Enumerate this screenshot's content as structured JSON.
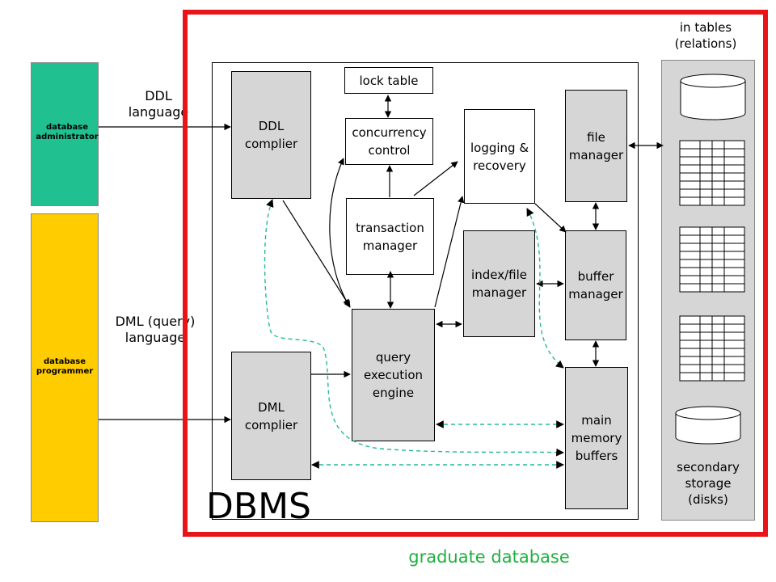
{
  "colors": {
    "frame": "#e8141a",
    "green": "#20c090",
    "yellow": "#ffcc00",
    "box": "#d6d6d6",
    "dash": "#22bb99"
  },
  "roles": {
    "admin": "database\nadministrator",
    "programmer": "database\nprogrammer"
  },
  "inputs": {
    "ddl": "DDL\nlanguage",
    "dml": "DML (query)\nlanguage"
  },
  "components": {
    "ddl_compiler": "DDL\ncomplier",
    "dml_compiler": "DML\ncomplier",
    "lock_table": "lock table",
    "concurrency": "concurrency\ncontrol",
    "transaction": "transaction\nmanager",
    "query_engine": "query\nexecution\nengine",
    "logging": "logging &\nrecovery",
    "index_file": "index/file\nmanager",
    "file_manager": "file\nmanager",
    "buffer_manager": "buffer\nmanager",
    "main_memory": "main\nmemory\nbuffers"
  },
  "storage": {
    "header": "in tables\n(relations)",
    "footer": "secondary\nstorage\n(disks)"
  },
  "dbms_label": "DBMS",
  "caption": "graduate database"
}
